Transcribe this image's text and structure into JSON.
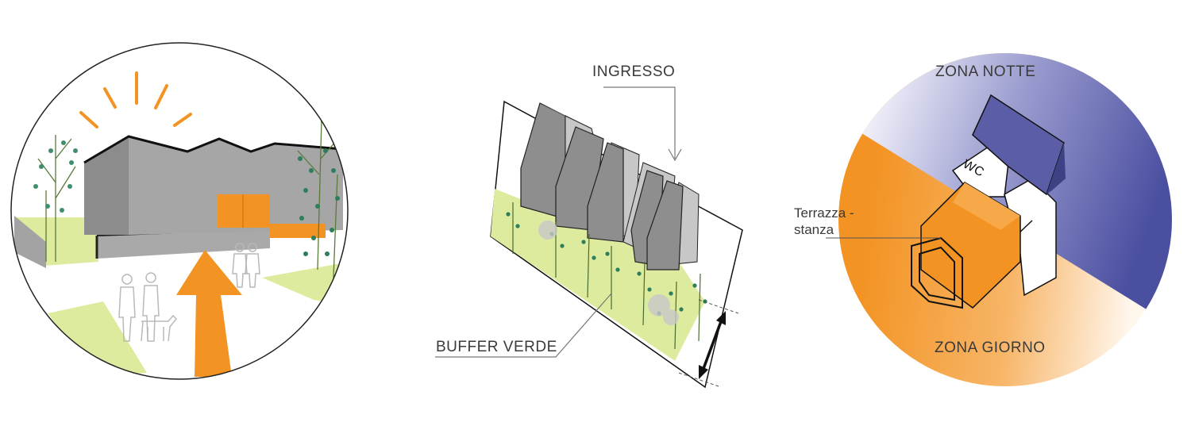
{
  "panels": {
    "entrance_view": {
      "labels": []
    },
    "site_section": {
      "labels": {
        "entrance": "INGRESSO",
        "green_buffer": "BUFFER VERDE"
      }
    },
    "zoning_plan": {
      "labels": {
        "night_zone": "ZONA NOTTE",
        "day_zone": "ZONA GIORNO",
        "wc": "WC",
        "terrace_room_line1": "Terrazza -",
        "terrace_room_line2": "stanza"
      }
    }
  },
  "colors": {
    "accent_orange": "#F39323",
    "night_blue": "#5B5EA6",
    "light_green": "#DDEB9E",
    "building_grey": "#9B9B9B",
    "building_light_grey": "#C9C9C9",
    "line_dark": "#1A1A1A"
  },
  "icons": [
    "sun-rays-icon",
    "entry-arrow-icon",
    "people-silhouettes-icon",
    "dog-icon",
    "double-arrow-icon",
    "tree-icon"
  ]
}
